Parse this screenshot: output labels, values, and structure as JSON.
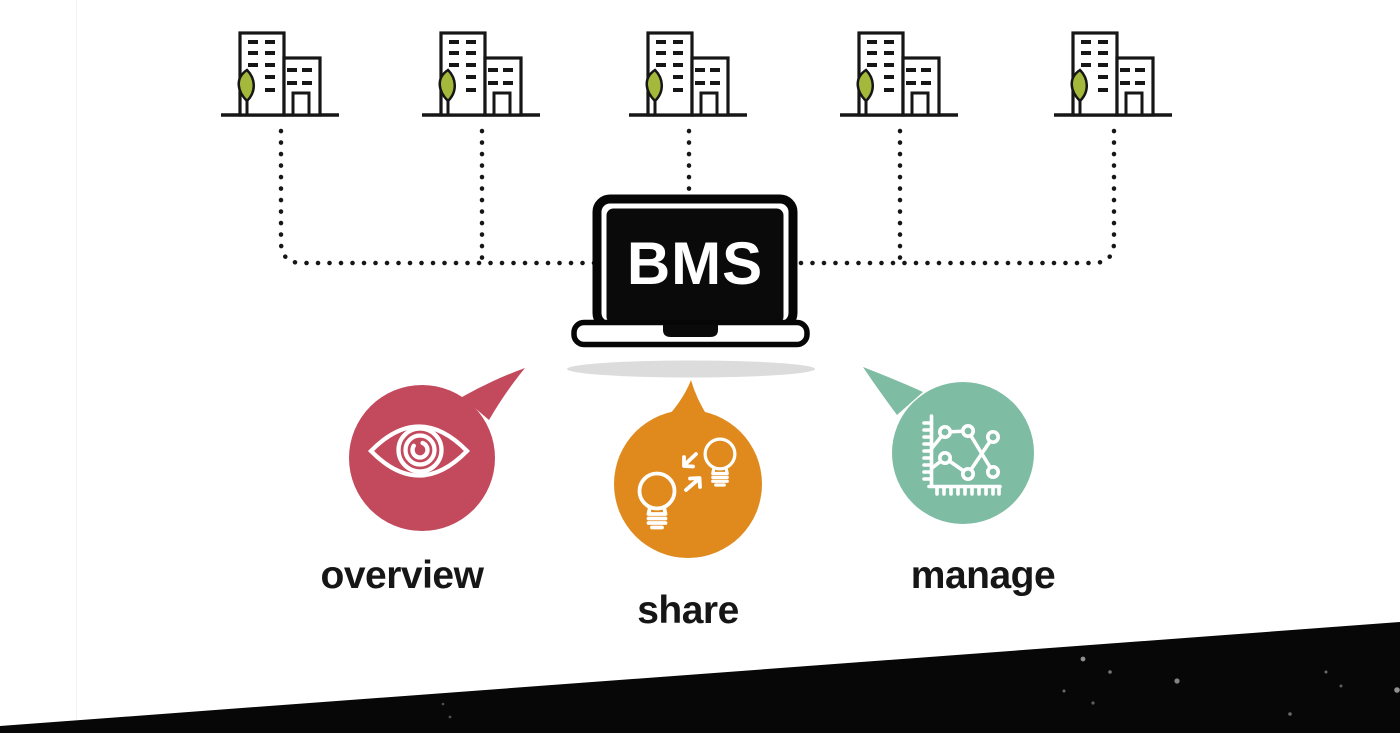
{
  "diagram": {
    "laptop": {
      "screen_text": "BMS",
      "icon": "laptop-icon"
    },
    "buildings": {
      "count": 5,
      "icon": "building-with-tree-icon"
    },
    "bubbles": [
      {
        "label": "overview",
        "color": "#c34a5d",
        "icon": "eye-icon"
      },
      {
        "label": "share",
        "color": "#e08a1e",
        "icon": "idea-exchange-icon"
      },
      {
        "label": "manage",
        "color": "#7fbca4",
        "icon": "line-chart-icon"
      }
    ],
    "colors": {
      "background": "#ffffff",
      "line_black": "#161616",
      "tree_green": "#a4b83c",
      "laptop_shadow": "#dcdcdc",
      "footer_black": "#070707",
      "icon_stroke_white": "#ffffff"
    }
  }
}
